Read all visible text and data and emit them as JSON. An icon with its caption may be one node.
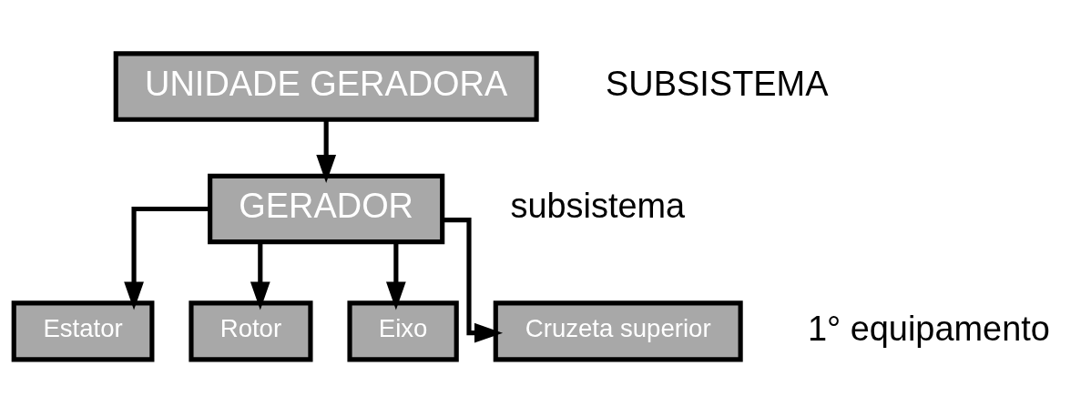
{
  "diagram": {
    "nodes": [
      {
        "text": [
          "UNIDADE GERADORA"
        ],
        "beside": [
          "SUBSISTEMA"
        ]
      },
      {
        "text": [
          "GERADOR"
        ],
        "beside": [
          "subsistema"
        ]
      },
      {
        "text": [
          "Estator"
        ]
      },
      {
        "text": [
          "Rotor"
        ]
      },
      {
        "text": [
          "Eixo"
        ]
      },
      {
        "text": [
          "Cruzeta superior"
        ],
        "beside": [
          "1° equipamento"
        ]
      }
    ],
    "edges": [
      {
        "from": 0,
        "to": 1,
        "arrow": "to"
      },
      {
        "from": 1,
        "to": 2,
        "arrow": "to"
      },
      {
        "from": 1,
        "to": 3,
        "arrow": "to"
      },
      {
        "from": 1,
        "to": 4,
        "arrow": "to"
      },
      {
        "from": 1,
        "to": 5,
        "arrow": "to"
      }
    ]
  }
}
